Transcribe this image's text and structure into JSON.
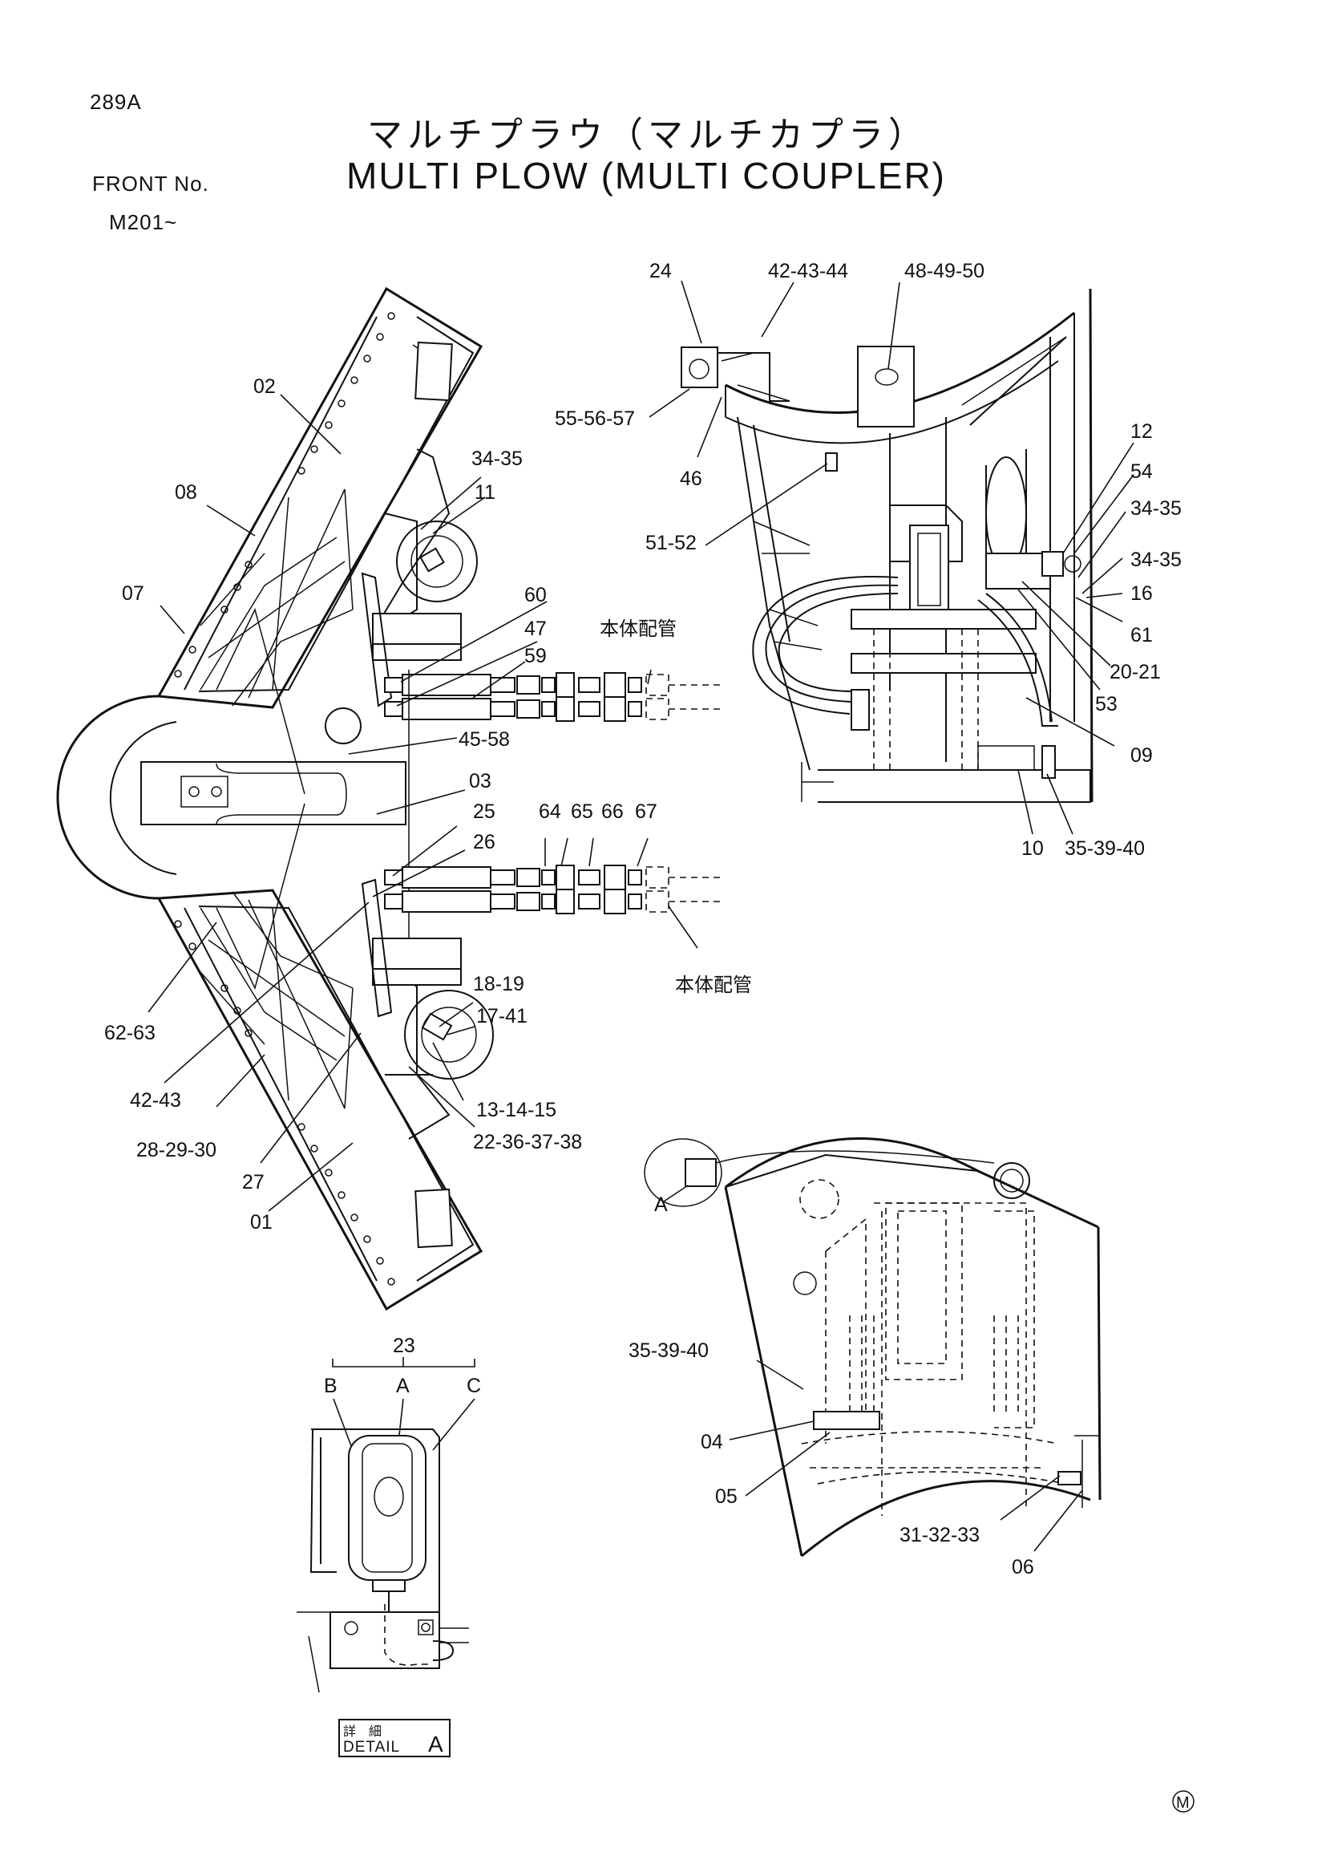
{
  "header": {
    "page_code": "289A",
    "front_no_label": "FRONT  No.",
    "serial": "M201~",
    "title_jp": "マルチプラウ（マルチカプラ）",
    "title_en": "MULTI PLOW (MULTI COUPLER)"
  },
  "labels_left": {
    "l02": "02",
    "l0835": "34-35",
    "l11": "11",
    "l08": "08",
    "l07": "07",
    "l60": "60",
    "l47": "47",
    "l59": "59",
    "l4558": "45-58",
    "l03": "03",
    "l25": "25",
    "l26": "26",
    "l64": "64",
    "l65": "65",
    "l66": "66",
    "l67": "67",
    "l1819": "18-19",
    "l1741": "17-41",
    "l6263": "62-63",
    "l4243": "42-43",
    "l282930": "28-29-30",
    "l131415": "13-14-15",
    "l22363738": "22-36-37-38",
    "l27": "27",
    "l01": "01",
    "body_piping_top": "本体配管",
    "body_piping_bottom": "本体配管"
  },
  "labels_right": {
    "l24": "24",
    "l424344": "42-43-44",
    "l484950": "48-49-50",
    "l555657": "55-56-57",
    "l46": "46",
    "l5152": "51-52",
    "l12": "12",
    "l54": "54",
    "l3435a": "34-35",
    "l3435b": "34-35",
    "l16": "16",
    "l61": "61",
    "l2021": "20-21",
    "l53": "53",
    "l09": "09",
    "l10": "10",
    "l353940a": "35-39-40"
  },
  "labels_bottom": {
    "lA": "A",
    "l353940b": "35-39-40",
    "l04": "04",
    "l05": "05",
    "l313233": "31-32-33",
    "l06": "06"
  },
  "detail": {
    "l23": "23",
    "lB": "B",
    "lA": "A",
    "lC": "C",
    "caption_jp": "詳　細",
    "caption_en": "DETAIL",
    "caption_letter": "A"
  },
  "footer": {
    "mark": "M"
  }
}
